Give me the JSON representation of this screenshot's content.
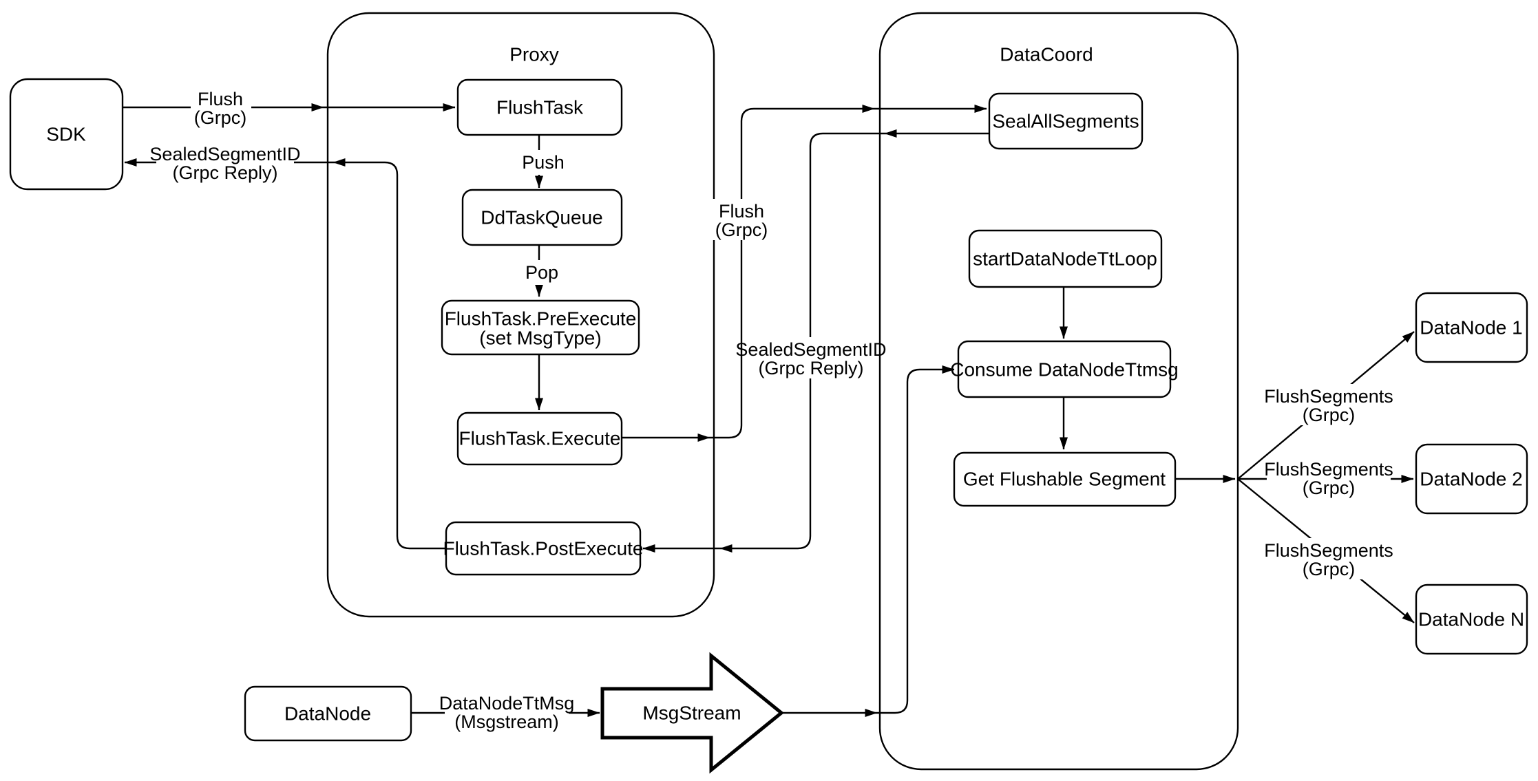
{
  "diagram_type": "flowchart",
  "colors": {
    "stroke": "#000000",
    "background": "#ffffff",
    "node_fill": "#ffffff"
  },
  "containers": {
    "proxy": {
      "label": "Proxy"
    },
    "datacoord": {
      "label": "DataCoord"
    }
  },
  "nodes": {
    "sdk": {
      "label": "SDK"
    },
    "flush_task": {
      "label": "FlushTask"
    },
    "dd_task_queue": {
      "label": "DdTaskQueue"
    },
    "flush_task_pre_execute": {
      "line1": "FlushTask.PreExecute",
      "line2": "(set MsgType)"
    },
    "flush_task_execute": {
      "label": "FlushTask.Execute"
    },
    "flush_task_post_execute": {
      "label": "FlushTask.PostExecute"
    },
    "seal_all_segments": {
      "label": "SealAllSegments"
    },
    "start_data_node_tt_loop": {
      "label": "startDataNodeTtLoop"
    },
    "consume_data_node_ttmsg": {
      "label": "Consume DataNodeTtmsg"
    },
    "get_flushable_segment": {
      "label": "Get Flushable Segment"
    },
    "data_node_1": {
      "label": "DataNode 1"
    },
    "data_node_2": {
      "label": "DataNode 2"
    },
    "data_node_n": {
      "label": "DataNode N"
    },
    "data_node": {
      "label": "DataNode"
    },
    "msg_stream": {
      "label": "MsgStream"
    }
  },
  "edge_labels": {
    "flush_grpc_sdk": {
      "line1": "Flush",
      "line2": "(Grpc)"
    },
    "sealed_segment_id_sdk": {
      "line1": "SealedSegmentID",
      "line2": "(Grpc Reply)"
    },
    "push": {
      "line1": "Push"
    },
    "pop": {
      "line1": "Pop"
    },
    "flush_grpc_mid": {
      "line1": "Flush",
      "line2": "(Grpc)"
    },
    "sealed_segment_id_mid": {
      "line1": "SealedSegmentID",
      "line2": "(Grpc Reply)"
    },
    "flush_segments_grpc_1": {
      "line1": "FlushSegments",
      "line2": "(Grpc)"
    },
    "flush_segments_grpc_2": {
      "line1": "FlushSegments",
      "line2": "(Grpc)"
    },
    "flush_segments_grpc_3": {
      "line1": "FlushSegments",
      "line2": "(Grpc)"
    },
    "data_node_tt_msg": {
      "line1": "DataNodeTtMsg",
      "line2": "(Msgstream)"
    }
  }
}
